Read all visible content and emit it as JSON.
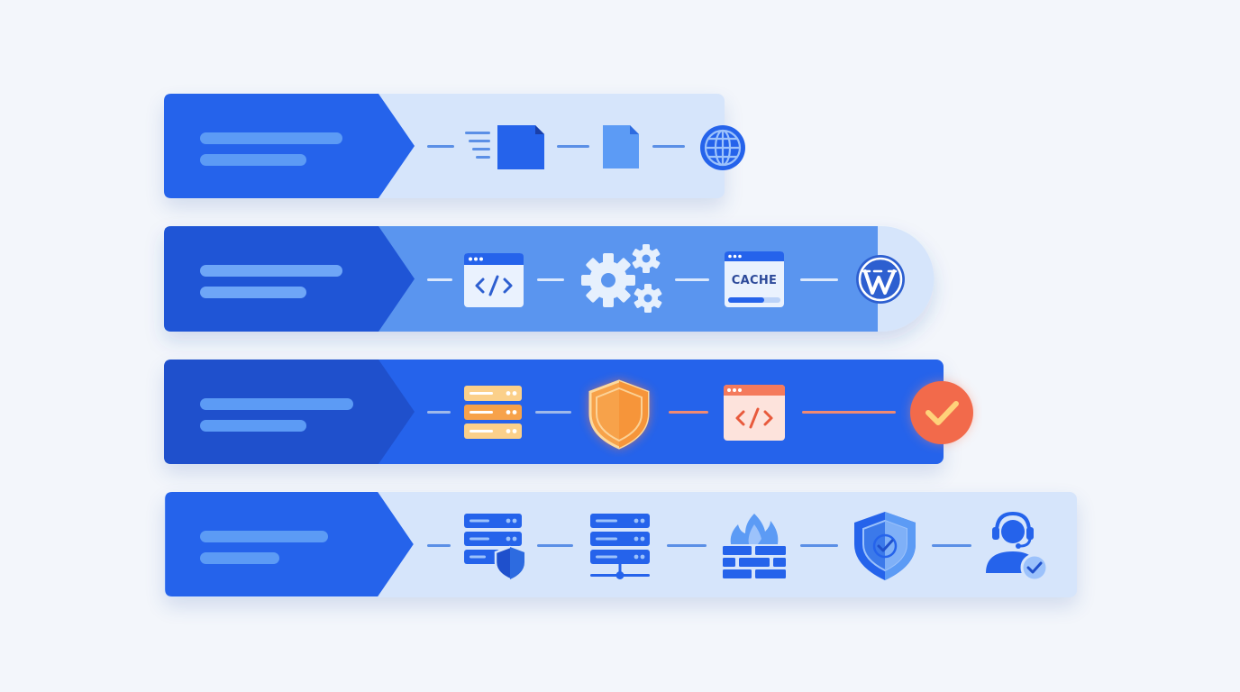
{
  "colors": {
    "background": "#f3f6fb",
    "tab_blue": "#2563eb",
    "tab_blue_dark": "#1f55d6",
    "light_track": "#d6e5fb",
    "mid_track": "#5a95ef",
    "orange": "#f7a24a",
    "alert_red": "#f26a4b"
  },
  "rows": [
    {
      "id": "row-1",
      "icons": [
        "speed-document-icon",
        "document-icon",
        "globe-icon"
      ]
    },
    {
      "id": "row-2",
      "icons": [
        "code-window-icon",
        "gears-icon",
        "cache-window-icon",
        "wordpress-icon"
      ]
    },
    {
      "id": "row-3",
      "icons": [
        "server-stack-icon",
        "shield-icon",
        "code-window-icon",
        "check-badge-icon"
      ]
    },
    {
      "id": "row-4",
      "icons": [
        "server-shield-icon",
        "server-network-icon",
        "firewall-icon",
        "shield-check-icon",
        "support-agent-icon"
      ]
    }
  ],
  "cache_label": "CACHE"
}
